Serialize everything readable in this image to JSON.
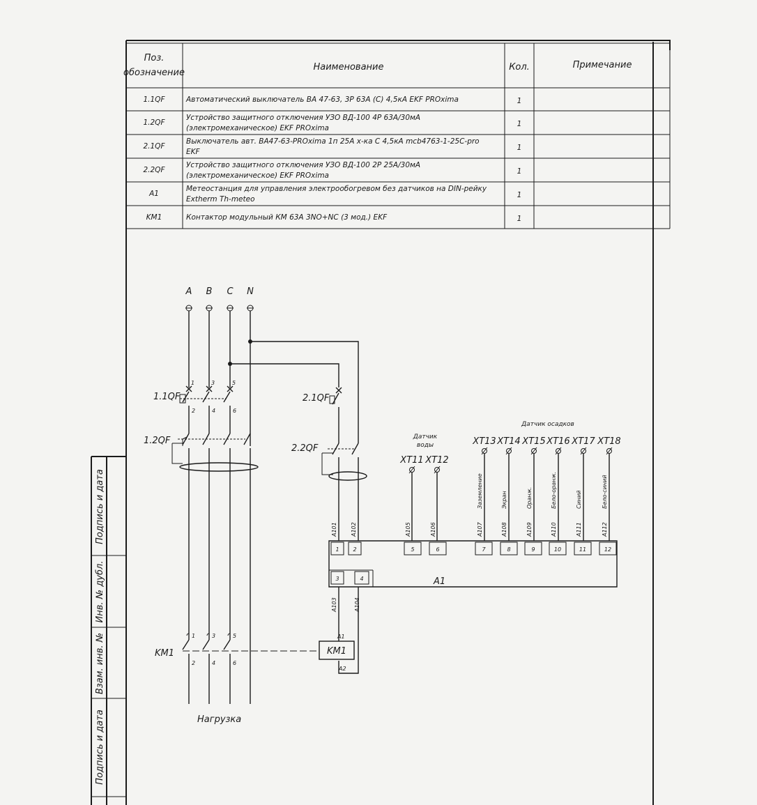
{
  "table": {
    "headers": {
      "pos_line1": "Поз.",
      "pos_line2": "обозначение",
      "name": "Наименование",
      "qty": "Кол.",
      "note": "Примечание"
    },
    "rows": [
      {
        "pos": "1.1QF",
        "name1": "Автоматический выключатель ВА 47-63, 3Р 63А (С) 4,5кА EKF PROxima",
        "name2": "",
        "qty": "1"
      },
      {
        "pos": "1.2QF",
        "name1": "Устройство защитного отключения УЗО ВД-100 4Р 63А/30мА",
        "name2": "(электромеханическое) EKF PROxima",
        "qty": "1"
      },
      {
        "pos": "2.1QF",
        "name1": "Выключатель авт. ВА47-63-PROxima 1п   25А  х-ка С   4,5кА  mcb4763-1-25C-pro",
        "name2": "EKF",
        "qty": "1"
      },
      {
        "pos": "2.2QF",
        "name1": "Устройство защитного отключения УЗО ВД-100 2Р 25А/30мА",
        "name2": "(электромеханическое) EKF PROxima",
        "qty": "1"
      },
      {
        "pos": "A1",
        "name1": "Метеостанция для управления  электрообогревом без датчиков на DIN-рейку",
        "name2": "Extherm Th-meteo",
        "qty": "1"
      },
      {
        "pos": "KM1",
        "name1": "Контактор модульный КМ 63А 3NO+NC (3 мод.) EKF",
        "name2": "",
        "qty": "1"
      }
    ]
  },
  "side_stamp": {
    "sign_date_1": "Подпись и дата",
    "inv_dubl": "Инв. № дубл.",
    "vzam_inv": "Взам. инв. №",
    "sign_date_2": "Подпись и дата"
  },
  "diagram": {
    "phases": [
      "A",
      "B",
      "C",
      "N"
    ],
    "qf11_label": "1.1QF",
    "qf12_label": "1.2QF",
    "qf21_label": "2.1QF",
    "qf22_label": "2.2QF",
    "km1_label": "KM1",
    "km1_coil": "KM1",
    "coil_a1": "A1",
    "coil_a2": "A2",
    "a1_label": "A1",
    "load_label": "Нагрузка",
    "qf11_pins_top": [
      "1",
      "3",
      "5"
    ],
    "qf11_pins_bottom": [
      "2",
      "4",
      "6"
    ],
    "km1_pins_top": [
      "1",
      "3",
      "5"
    ],
    "km1_pins_bottom": [
      "2",
      "4",
      "6"
    ],
    "water_sensor_line1": "Датчик",
    "water_sensor_line2": "воды",
    "precip_sensor": "Датчик осадков",
    "terminals": [
      "XT11",
      "XT12",
      "XT13",
      "XT14",
      "XT15",
      "XT16",
      "XT17",
      "XT18"
    ],
    "wire_colors": [
      "Заземление",
      "Экран",
      "Оранж.",
      "Бело-оранж.",
      "Синий",
      "Бело-синий"
    ],
    "wires_top": [
      "A101",
      "A102",
      "A105",
      "A106",
      "A107",
      "A108",
      "A109",
      "A110",
      "A111",
      "A112"
    ],
    "wires_bottom": [
      "A103",
      "A104"
    ],
    "a1_pins_top": [
      "1",
      "2",
      "5",
      "6",
      "7",
      "8",
      "9",
      "10",
      "11",
      "12"
    ],
    "a1_pins_bottom": [
      "3",
      "4"
    ]
  }
}
